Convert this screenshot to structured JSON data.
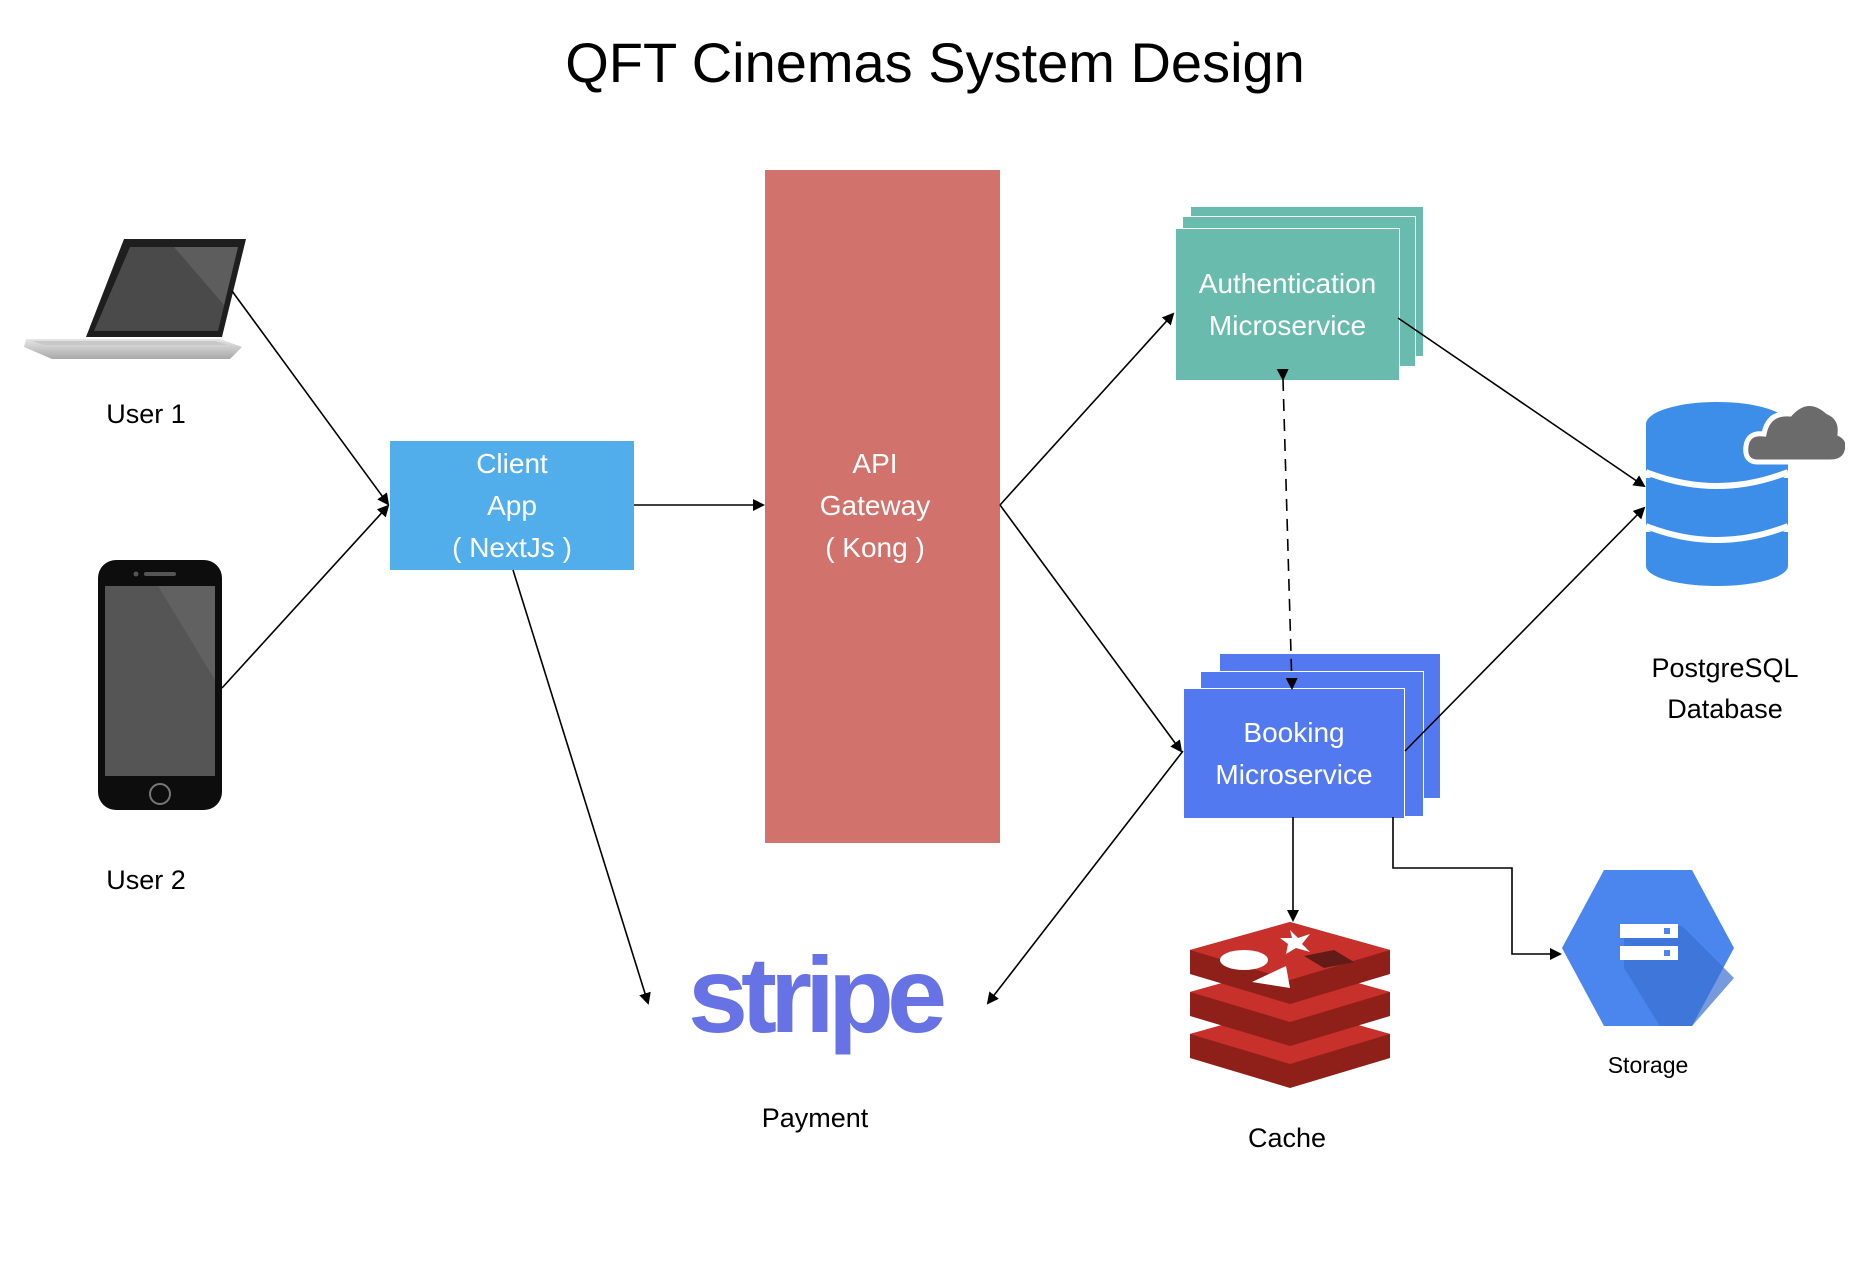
{
  "title": "QFT Cinemas System Design",
  "users": {
    "user1": "User 1",
    "user2": "User 2"
  },
  "client_app": {
    "line1": "Client",
    "line2": "App",
    "line3": "( NextJs )",
    "color": "#52AEEA"
  },
  "api_gateway": {
    "line1": "API",
    "line2": "Gateway",
    "line3": "( Kong )",
    "color": "#D1736C"
  },
  "auth_service": {
    "line1": "Authentication",
    "line2": "Microservice",
    "color": "#69BBAD"
  },
  "booking_service": {
    "line1": "Booking",
    "line2": "Microservice",
    "color": "#5279F0"
  },
  "database": {
    "line1": "PostgreSQL",
    "line2": "Database",
    "color": "#3D8EE8"
  },
  "payment": {
    "logo_text": "stripe",
    "label": "Payment",
    "color": "#6772E5"
  },
  "cache": {
    "label": "Cache",
    "color": "#C7302B"
  },
  "storage": {
    "label": "Storage",
    "color": "#4A86EE"
  },
  "icons": [
    "laptop-icon",
    "smartphone-icon",
    "database-icon",
    "cloud-icon",
    "stripe-logo",
    "redis-icon",
    "cloud-storage-icon"
  ]
}
